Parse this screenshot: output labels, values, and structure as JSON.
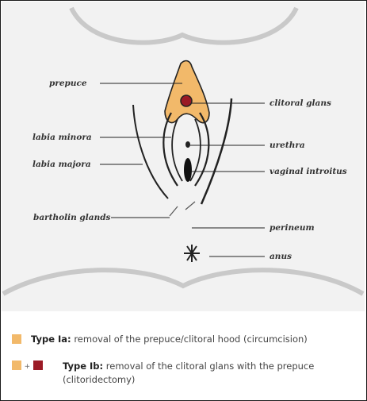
{
  "labels": {
    "prepuce": "prepuce",
    "labia_minora": "labia minora",
    "labia_majora": "labia majora",
    "bartholin_glands": "bartholin glands",
    "clitoral_glans": "clitoral glans",
    "urethra": "urethra",
    "vaginal_introitus": "vaginal introitus",
    "perineum": "perineum",
    "anus": "anus"
  },
  "legend": [
    {
      "type": "Type Ia:",
      "text": "removal of the prepuce/clitoral hood (circumcision)"
    },
    {
      "type": "Type Ib:",
      "text": "removal of the clitoral glans with the prepuce",
      "text2": "(clitoridectomy)",
      "plus": "+"
    }
  ],
  "colors": {
    "prepuce": "#f2b96a",
    "glans": "#9b1a25",
    "background": "#f2f2f2",
    "line": "#222222"
  }
}
